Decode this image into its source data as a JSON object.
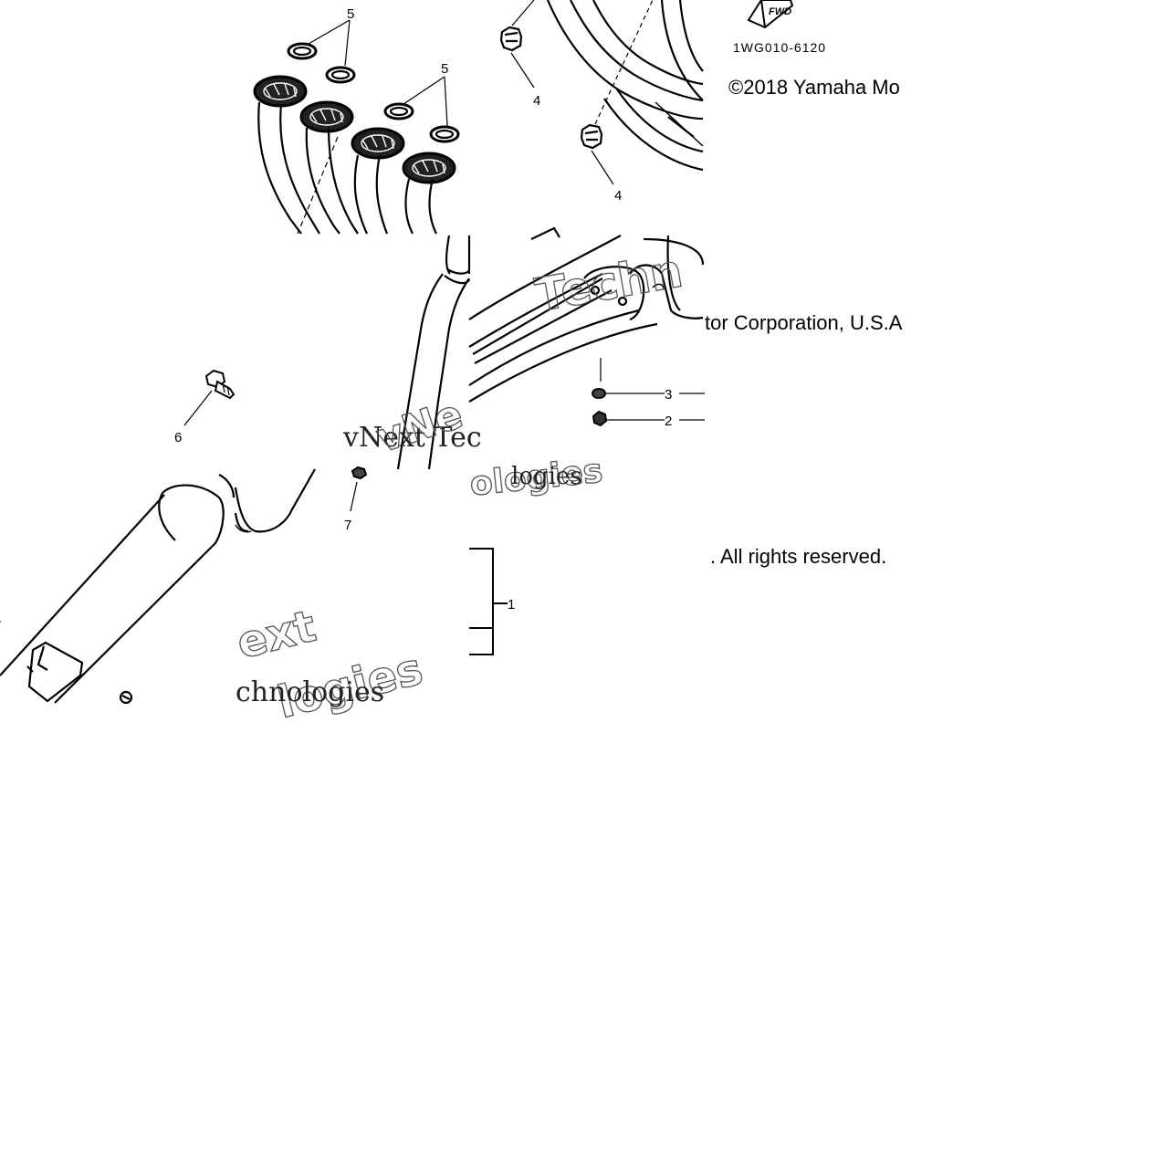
{
  "diagram": {
    "part_code": "1WG010-6120",
    "fwd_label": "FWD",
    "copyright_lines": [
      "©2018 Yamaha Mo",
      "tor Corporation, U.S.A",
      ". All rights reserved."
    ],
    "watermark_fragments": [
      "vNext Tec",
      "ologies",
      "Techn",
      "vNe",
      "ext",
      "chnologies",
      "logies"
    ],
    "callouts": [
      "1",
      "2",
      "3",
      "4",
      "4",
      "5",
      "5",
      "6",
      "7"
    ]
  }
}
